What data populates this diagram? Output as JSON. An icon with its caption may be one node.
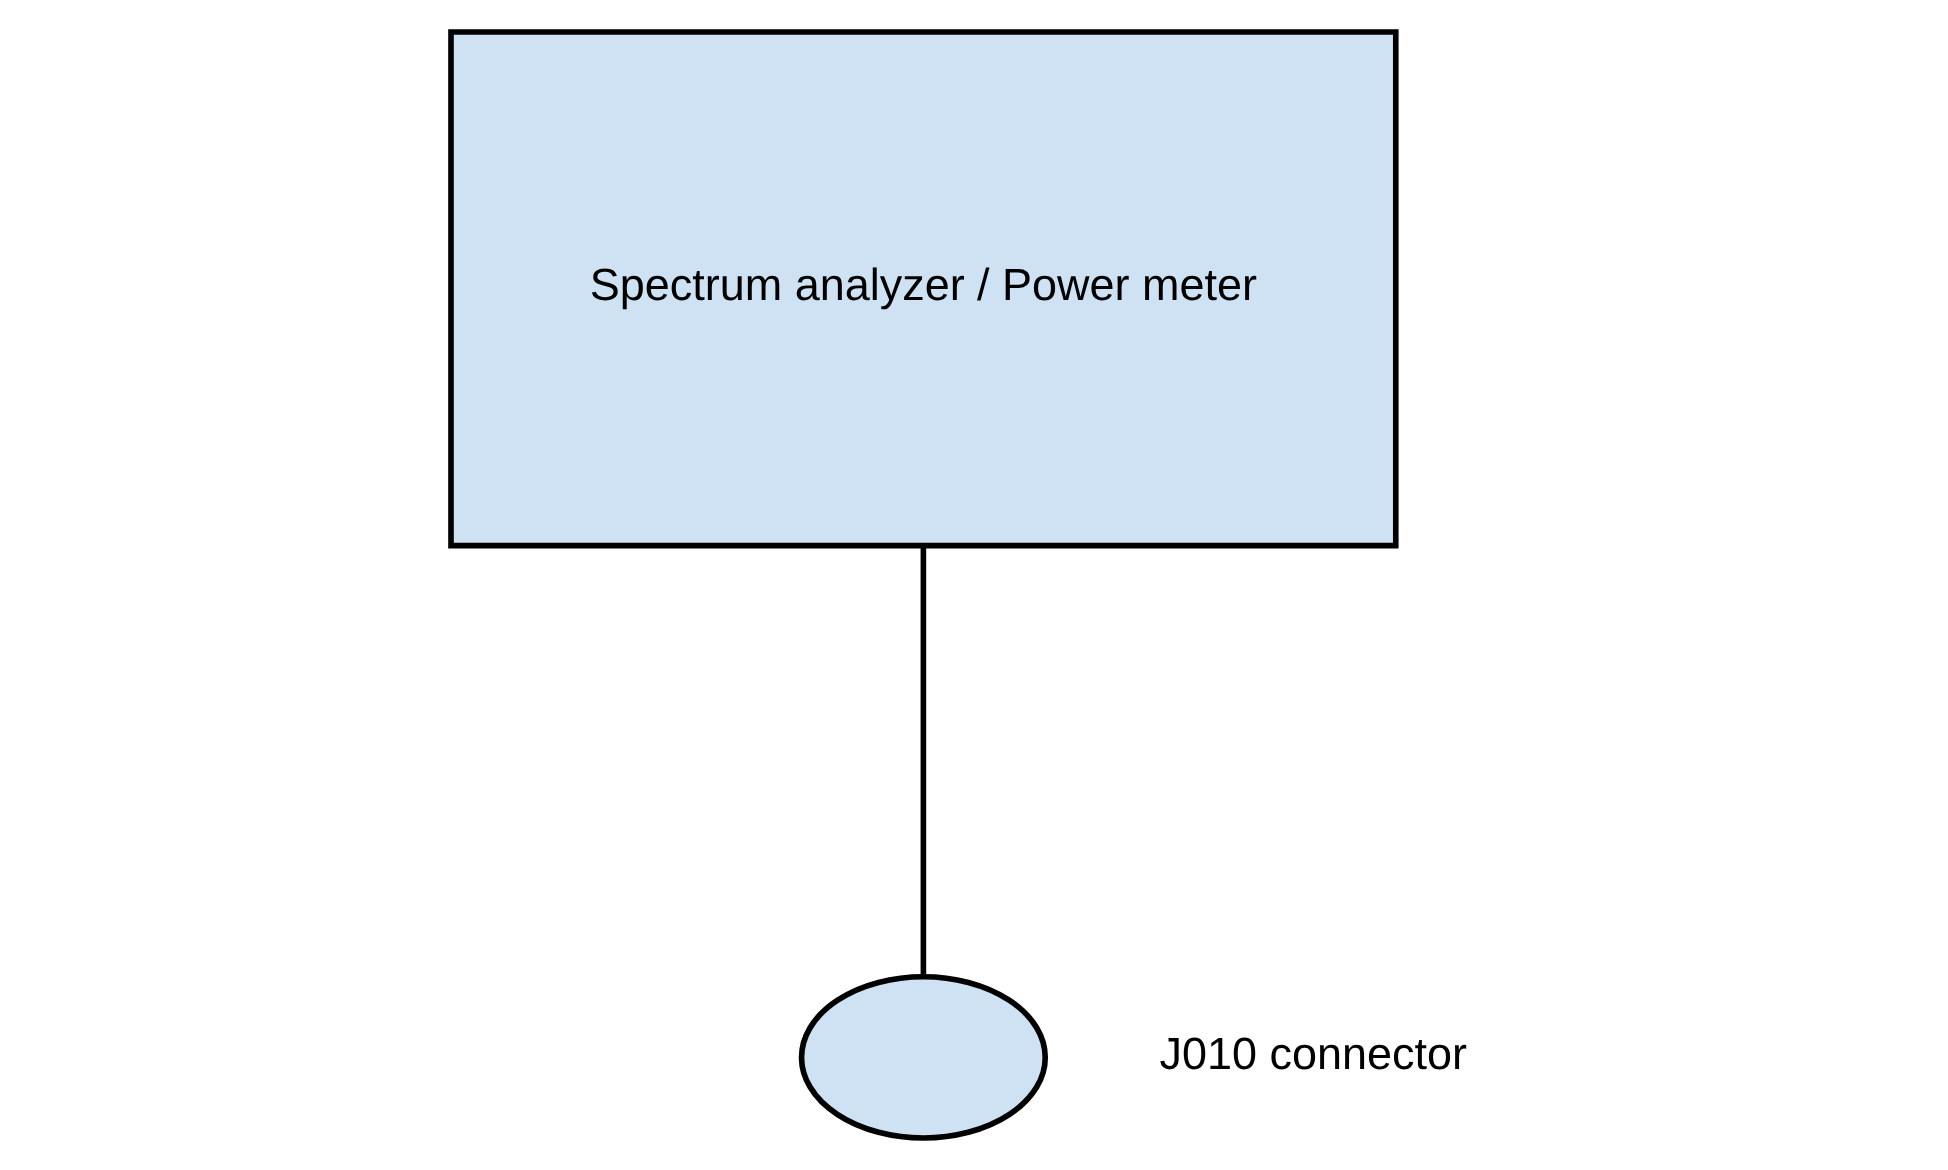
{
  "diagram": {
    "nodes": [
      {
        "text": [
          "Spectrum analyzer / Power meter"
        ]
      },
      {
        "text": [],
        "shape": "ellipse",
        "beside": [
          "J010 connector"
        ]
      }
    ],
    "edges": [
      {
        "from": 0,
        "to": 1,
        "arrow": "none"
      }
    ]
  }
}
